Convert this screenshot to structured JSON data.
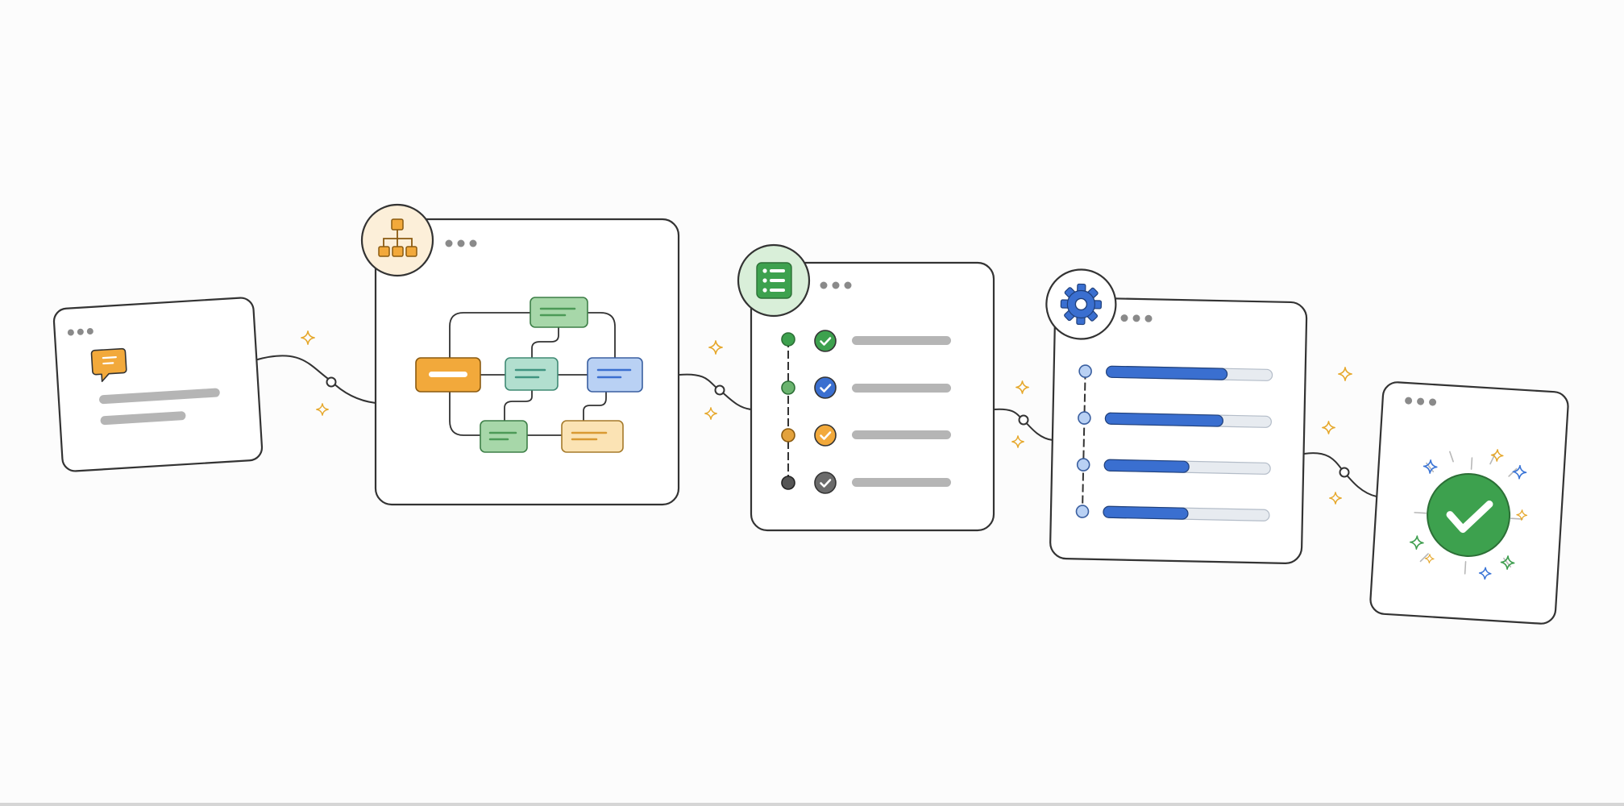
{
  "colors": {
    "background": "#fcfcfc",
    "outline": "#333333",
    "dots": "#8a8a8a",
    "placeholder": "#b5b5b5",
    "orange": "#f2a93b",
    "orange_light": "#fbe3b4",
    "green": "#3da14e",
    "green_light": "#a7d7a9",
    "teal_light": "#b2dfcf",
    "blue": "#3a6fd0",
    "blue_light": "#b9d1f4",
    "gray_dark": "#555555",
    "sparkle_gold": "#e6a82c",
    "sparkle_blue": "#3b75d6",
    "sparkle_green": "#3f9e4f"
  },
  "stages": [
    {
      "id": "request",
      "icon": "speech-bubble-icon"
    },
    {
      "id": "structure",
      "icon": "org-chart-icon"
    },
    {
      "id": "checklist",
      "icon": "checklist-icon"
    },
    {
      "id": "processing",
      "icon": "gear-icon",
      "progress": [
        0.73,
        0.71,
        0.51,
        0.51
      ]
    },
    {
      "id": "complete",
      "icon": "check-circle-icon"
    }
  ]
}
